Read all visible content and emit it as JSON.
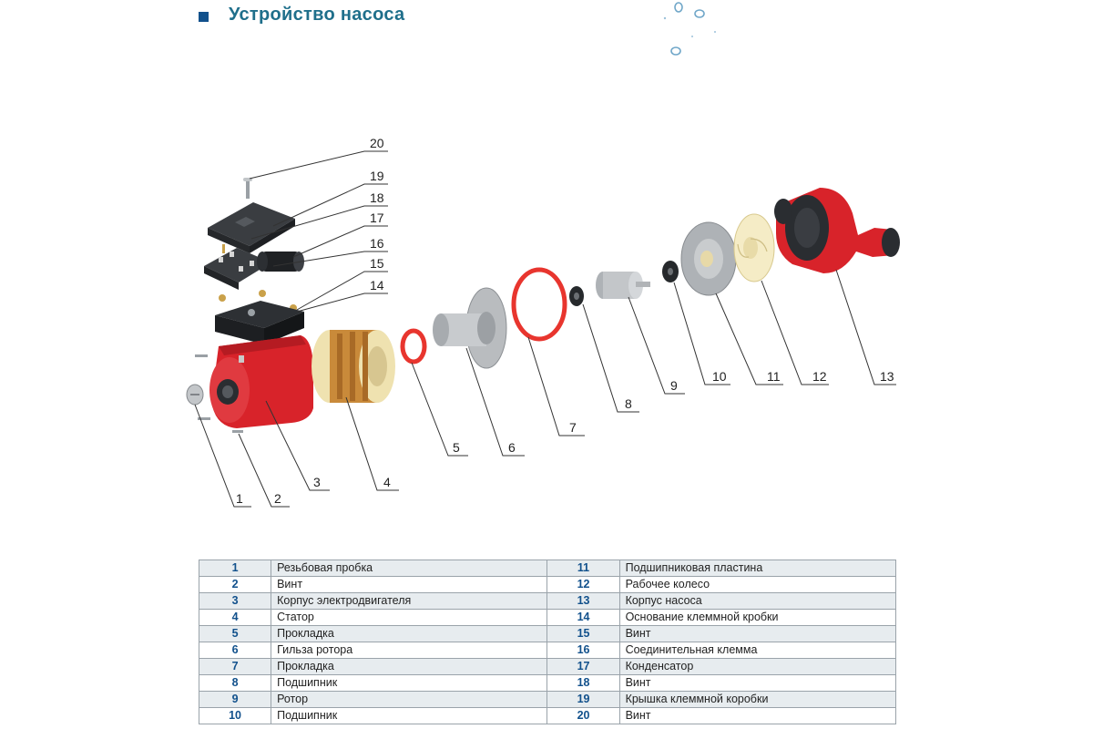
{
  "title": "Устройство насоса",
  "colors": {
    "title": "#1f6f8b",
    "header_square": "#12518c",
    "number_text": "#12518c",
    "red_part": "#d8232a",
    "gasket": "#e8352e",
    "steel": "#b9bcbf",
    "dark": "#2a2d31",
    "cream": "#f2e6b8"
  },
  "callouts": [
    "1",
    "2",
    "3",
    "4",
    "5",
    "6",
    "7",
    "8",
    "9",
    "10",
    "11",
    "12",
    "13",
    "14",
    "15",
    "16",
    "17",
    "18",
    "19",
    "20"
  ],
  "parts_table": {
    "left": [
      {
        "num": "1",
        "name": "Резьбовая пробка"
      },
      {
        "num": "2",
        "name": "Винт"
      },
      {
        "num": "3",
        "name": "Корпус электродвигателя"
      },
      {
        "num": "4",
        "name": "Статор"
      },
      {
        "num": "5",
        "name": "Прокладка"
      },
      {
        "num": "6",
        "name": "Гильза ротора"
      },
      {
        "num": "7",
        "name": "Прокладка"
      },
      {
        "num": "8",
        "name": "Подшипник"
      },
      {
        "num": "9",
        "name": "Ротор"
      },
      {
        "num": "10",
        "name": "Подшипник"
      }
    ],
    "right": [
      {
        "num": "11",
        "name": "Подшипниковая пластина"
      },
      {
        "num": "12",
        "name": "Рабочее колесо"
      },
      {
        "num": "13",
        "name": "Корпус насоса"
      },
      {
        "num": "14",
        "name": "Основание клеммной кробки"
      },
      {
        "num": "15",
        "name": "Винт"
      },
      {
        "num": "16",
        "name": "Соединительная клемма"
      },
      {
        "num": "17",
        "name": "Конденсатор"
      },
      {
        "num": "18",
        "name": "Винт"
      },
      {
        "num": "19",
        "name": "Крышка клеммной коробки"
      },
      {
        "num": "20",
        "name": "Винт"
      }
    ]
  }
}
